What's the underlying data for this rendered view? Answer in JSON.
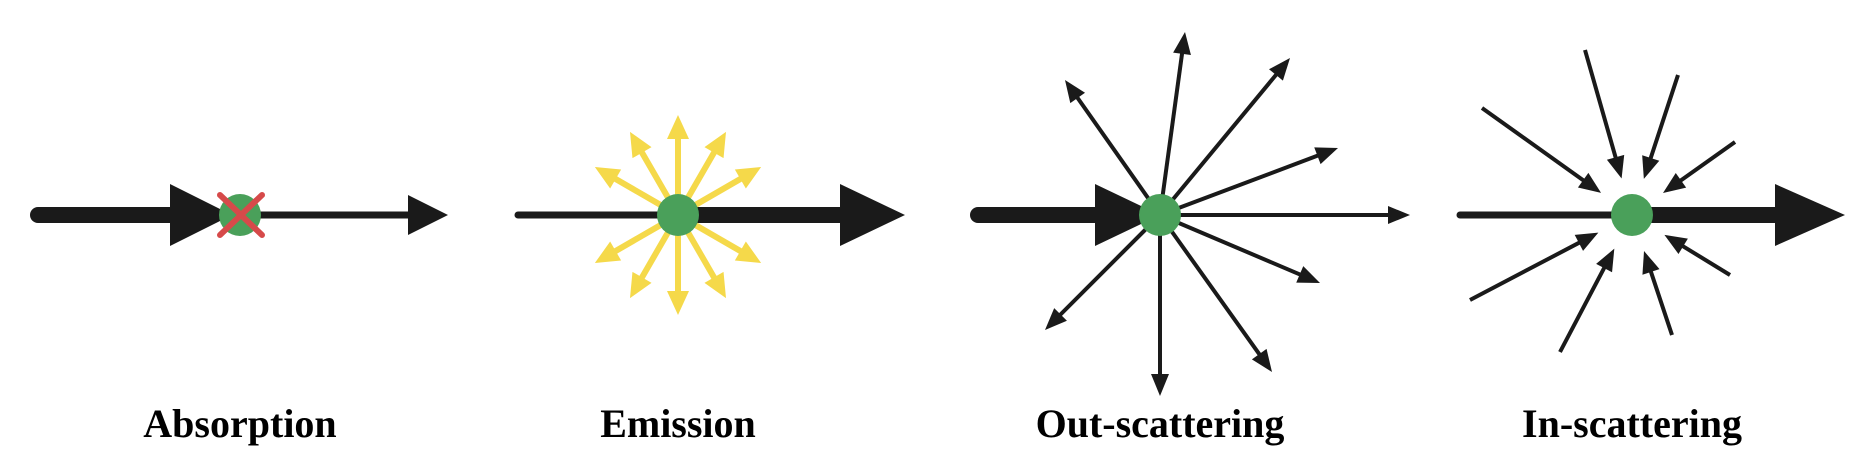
{
  "panels": [
    {
      "id": "absorption",
      "label": "Absorption"
    },
    {
      "id": "emission",
      "label": "Emission"
    },
    {
      "id": "out-scattering",
      "label": "Out-scattering"
    },
    {
      "id": "in-scattering",
      "label": "In-scattering"
    }
  ],
  "colors": {
    "ray": "#1a1a1a",
    "particle": "#4aa05a",
    "emission_arrows": "#f5d94a",
    "absorbed_mark": "#d64a4a",
    "label": "#000000"
  }
}
